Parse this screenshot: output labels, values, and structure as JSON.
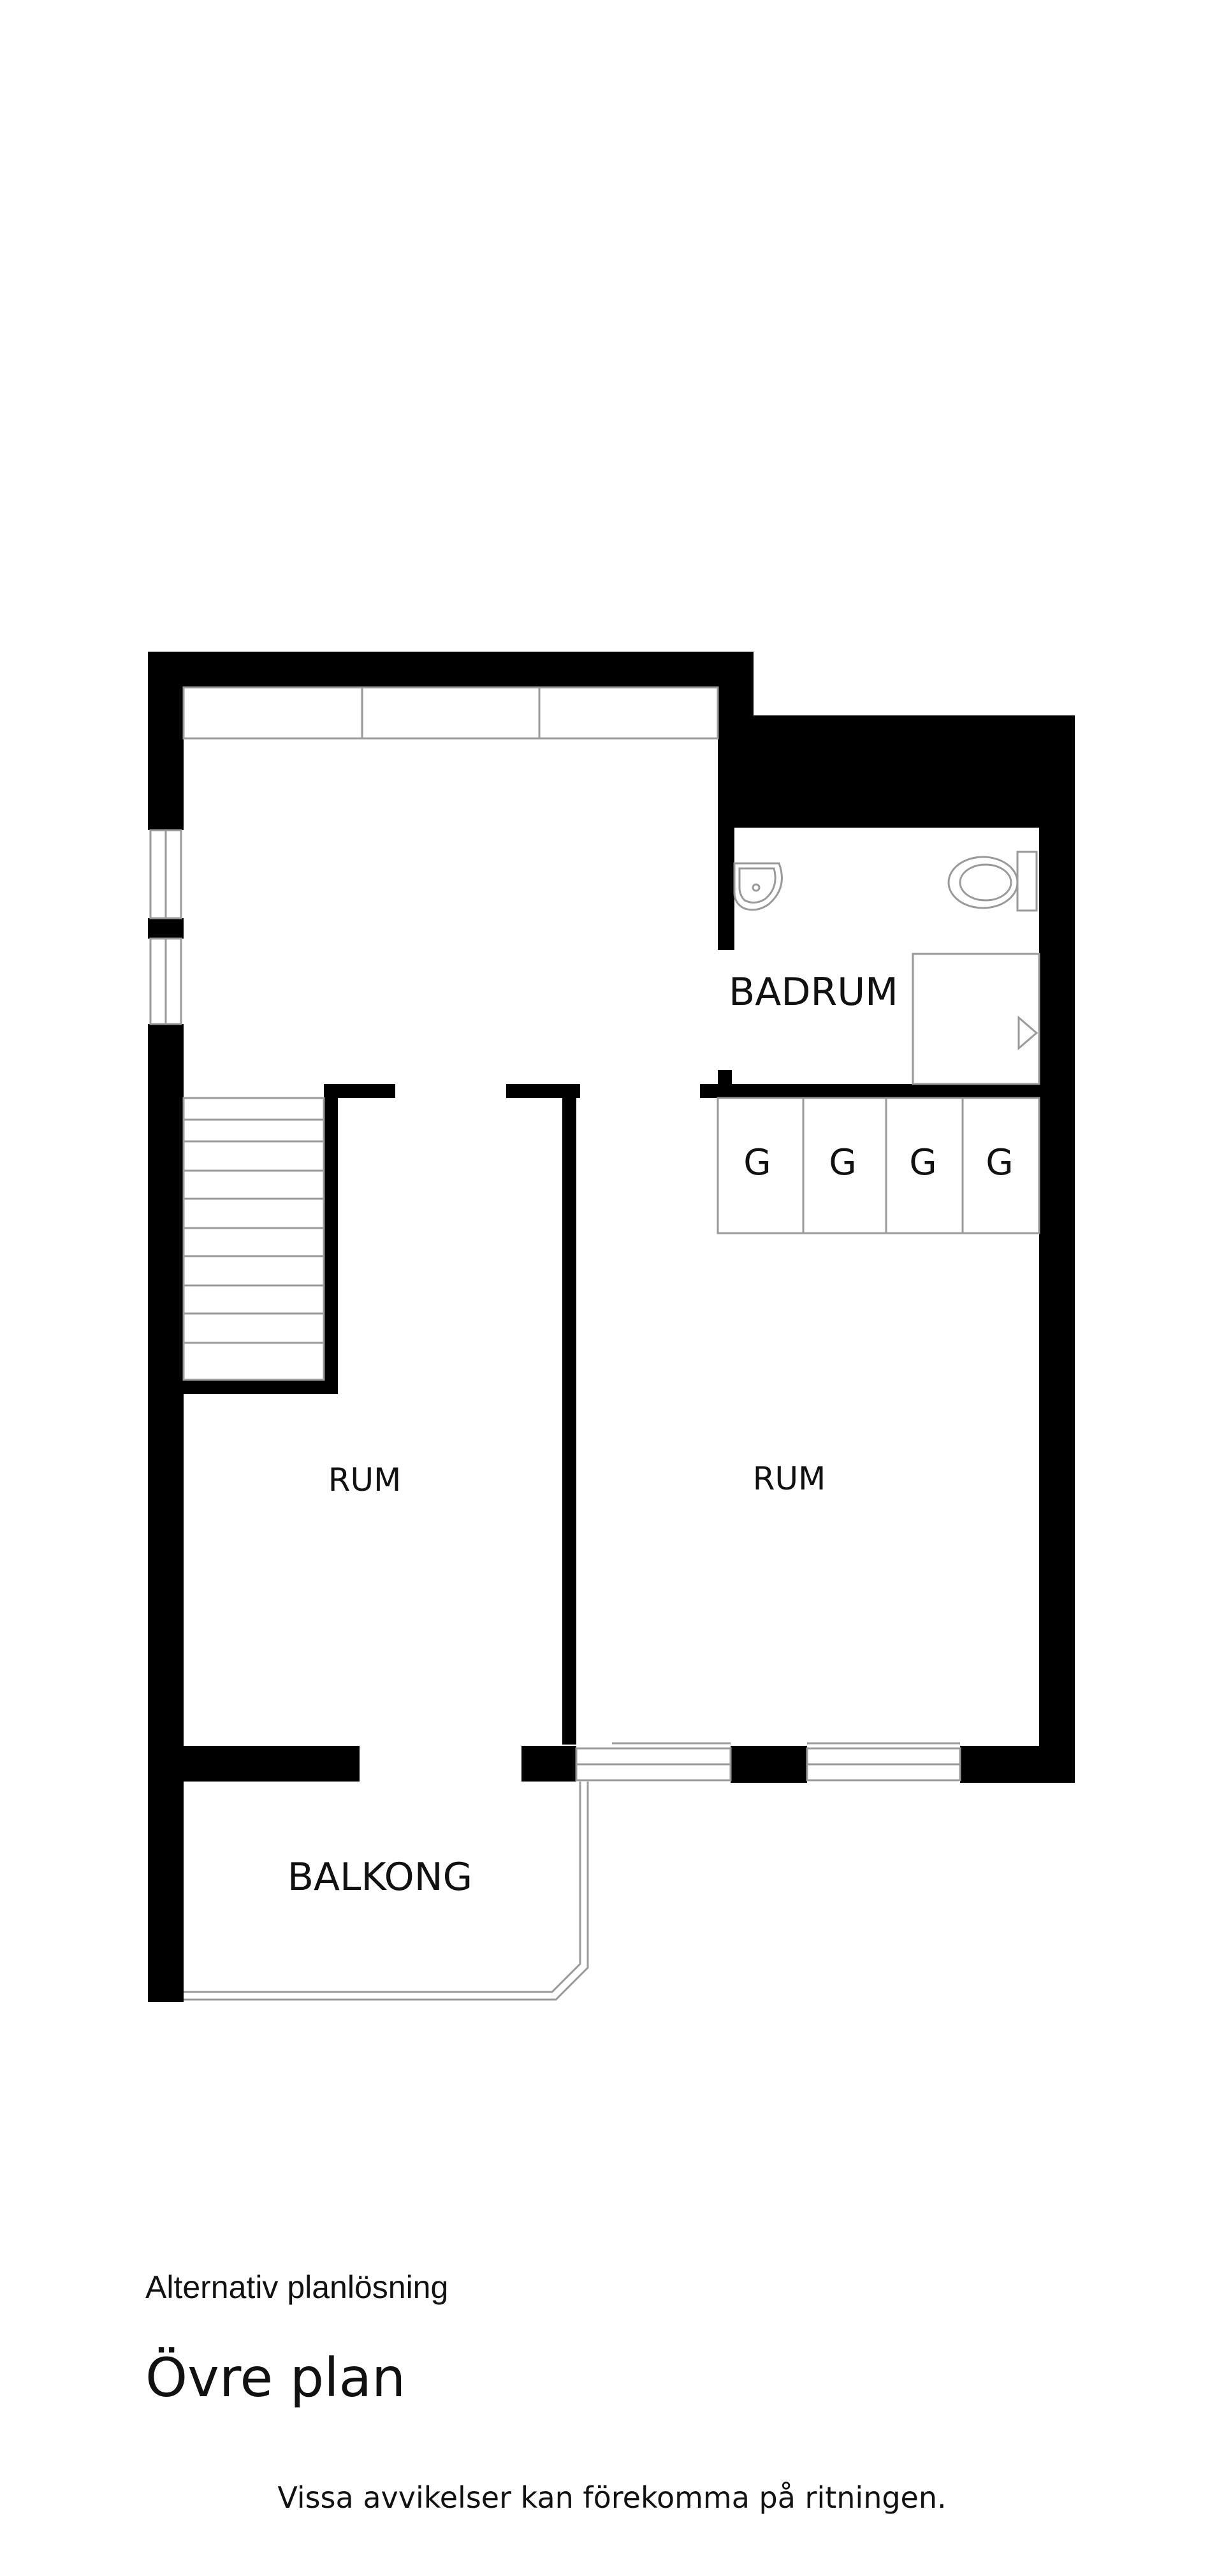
{
  "plan": {
    "rooms": {
      "badrum": "BADRUM",
      "rum_left": "RUM",
      "rum_right": "RUM",
      "balkong": "BALKONG"
    },
    "wardrobes": [
      "G",
      "G",
      "G",
      "G"
    ]
  },
  "caption": {
    "subtitle": "Alternativ planlösning",
    "title": "Övre plan",
    "disclaimer": "Vissa avvikelser kan förekomma på ritningen."
  },
  "colors": {
    "wall": "#000000",
    "line": "#9a9a9a",
    "background": "#ffffff"
  }
}
